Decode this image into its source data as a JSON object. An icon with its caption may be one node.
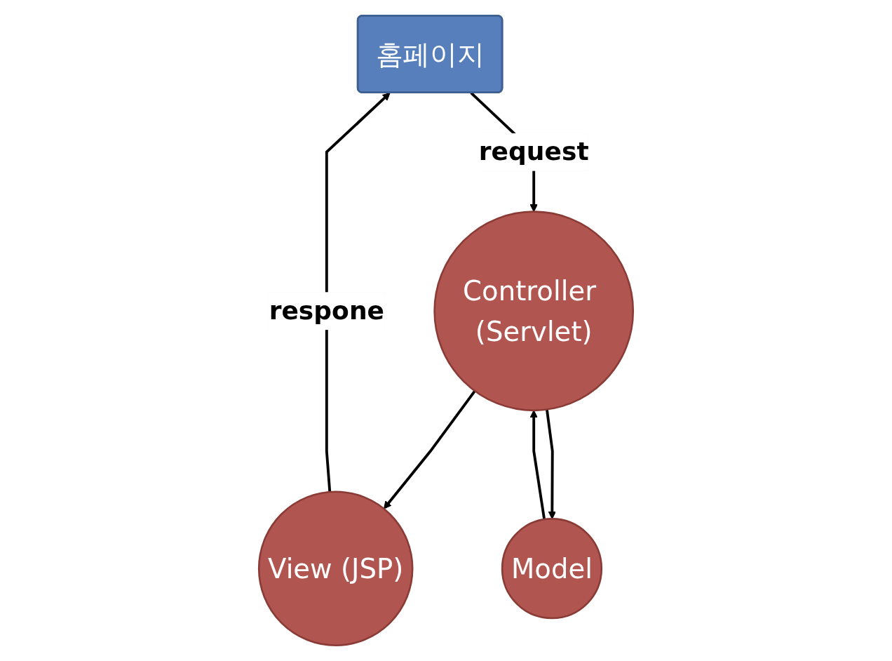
{
  "diagram": {
    "nodes": [
      {
        "text": [
          "홈페이지"
        ]
      },
      {
        "text": [
          "Controller (Servlet)"
        ]
      },
      {
        "text": [
          "View (JSP)"
        ]
      },
      {
        "text": [
          "Model"
        ]
      }
    ],
    "edges": [
      {
        "from": 0,
        "to": 1,
        "arrow": "to",
        "label": "request"
      },
      {
        "from": 1,
        "to": 2,
        "arrow": "to"
      },
      {
        "from": 1,
        "to": 3,
        "arrow": "to"
      },
      {
        "from": 3,
        "to": 1,
        "arrow": "to"
      },
      {
        "from": 2,
        "to": 0,
        "arrow": "to",
        "label": "respone"
      }
    ]
  }
}
